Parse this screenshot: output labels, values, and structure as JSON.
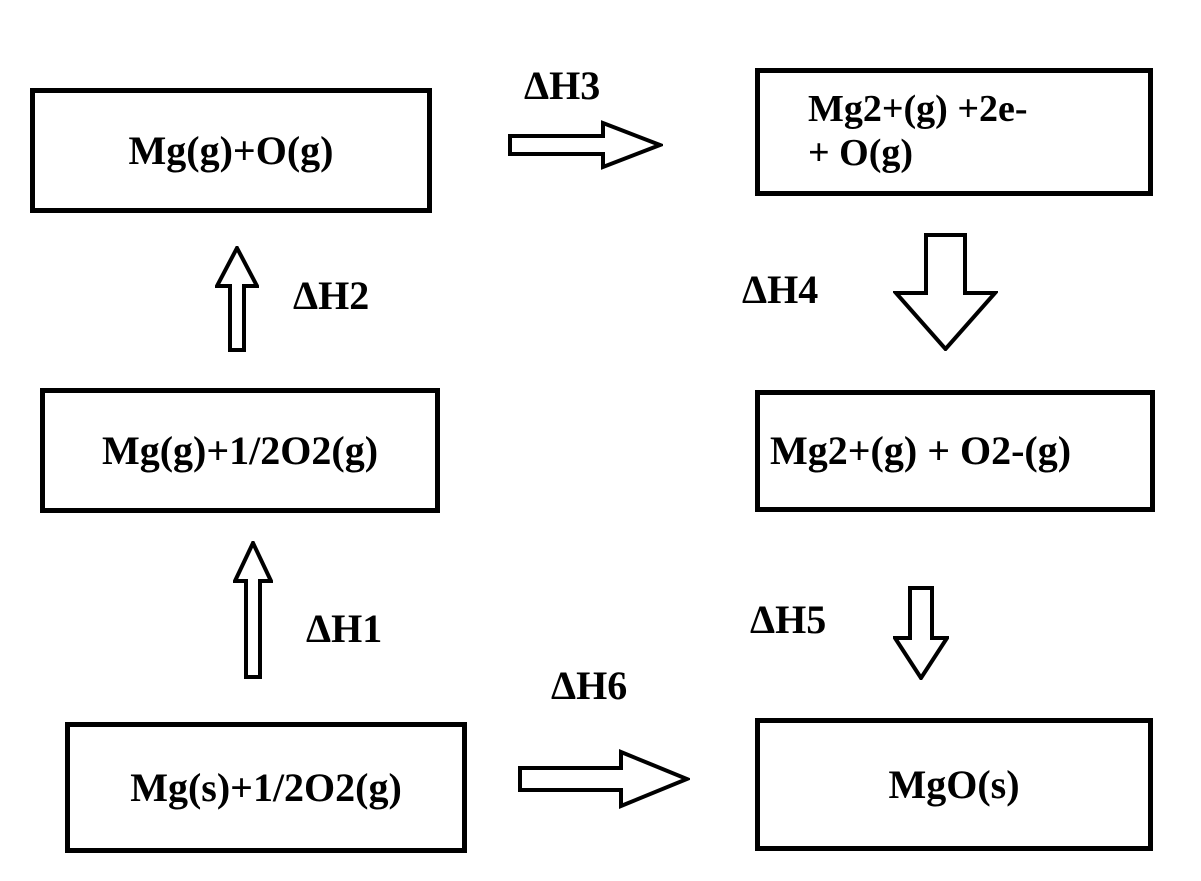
{
  "boxes": {
    "top_left": "Mg(g)+O(g)",
    "top_right": "Mg2+(g) +2e-\n+ O(g)",
    "mid_left": "Mg(g)+1/2O2(g)",
    "mid_right": "Mg2+(g) + O2-(g)",
    "bottom_left": "Mg(s)+1/2O2(g)",
    "bottom_right": "MgO(s)"
  },
  "arrows": {
    "dH1": {
      "label": "ΔH1",
      "direction": "up"
    },
    "dH2": {
      "label": "ΔH2",
      "direction": "up"
    },
    "dH3": {
      "label": "ΔH3",
      "direction": "right"
    },
    "dH4": {
      "label": "ΔH4",
      "direction": "down"
    },
    "dH5": {
      "label": "ΔH5",
      "direction": "down"
    },
    "dH6": {
      "label": "ΔH6",
      "direction": "right"
    }
  },
  "colors": {
    "background": "#ffffff",
    "stroke": "#000000"
  }
}
